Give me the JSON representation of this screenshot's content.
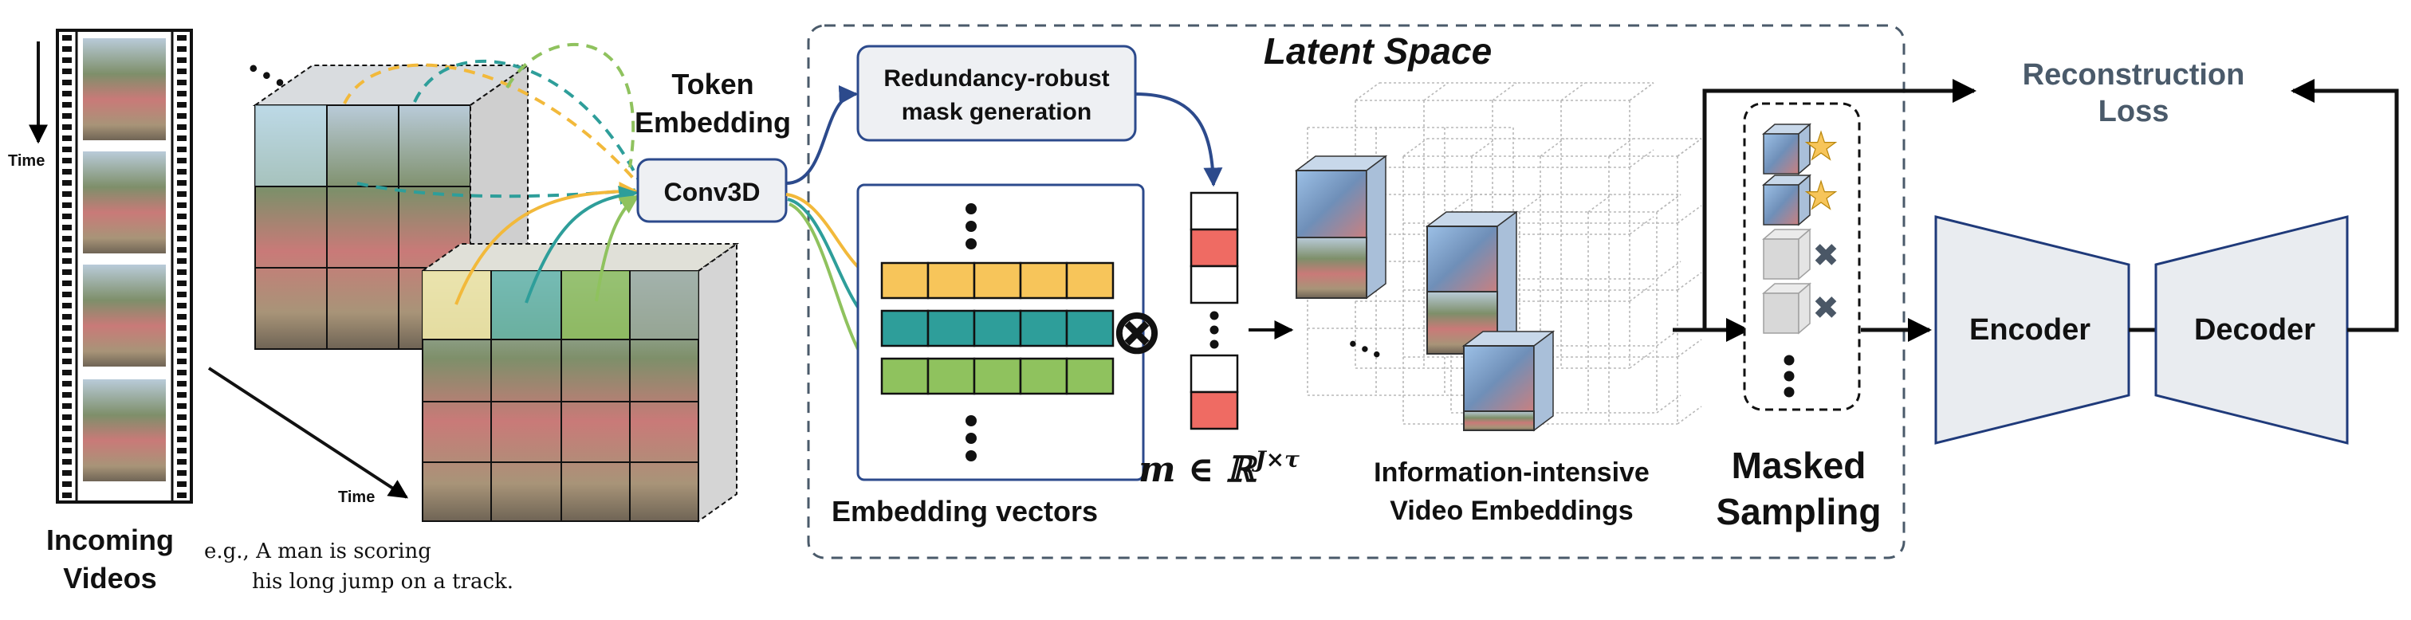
{
  "labels": {
    "time_top": "Time",
    "time_bottom": "Time",
    "incoming_videos": [
      "Incoming",
      "Videos"
    ],
    "caption": [
      "e.g., A man is scoring",
      "his long jump on a track."
    ],
    "token_embedding": [
      "Token",
      "Embedding"
    ],
    "conv3d": "Conv3D",
    "mask_generation": [
      "Redundancy-robust",
      "mask generation"
    ],
    "latent_space": "Latent Space",
    "embedding_vectors": "Embedding vectors",
    "mask_formula": "m ∈ ℝ",
    "mask_formula_sup": "J×τ",
    "video_embeddings": [
      "Information-intensive",
      "Video Embeddings"
    ],
    "masked_sampling": [
      "Masked",
      "Sampling"
    ],
    "encoder": "Encoder",
    "decoder": "Decoder",
    "reconstruction_loss": [
      "Reconstruction",
      "Loss"
    ]
  },
  "symbols": {
    "ellipsis": "• • •",
    "otimes": "⊗",
    "star": "★",
    "cross": "✖"
  },
  "colors": {
    "arrow_blue": "#2c4a8c",
    "yellow": "#f7c55a",
    "teal": "#2e9e9a",
    "green": "#8fc25e",
    "mask_red": "#ef6b63",
    "box_fill": "#eef0f3",
    "enc_dec_fill": "#e9ecf0",
    "enc_dec_stroke": "#1f3a7a"
  }
}
